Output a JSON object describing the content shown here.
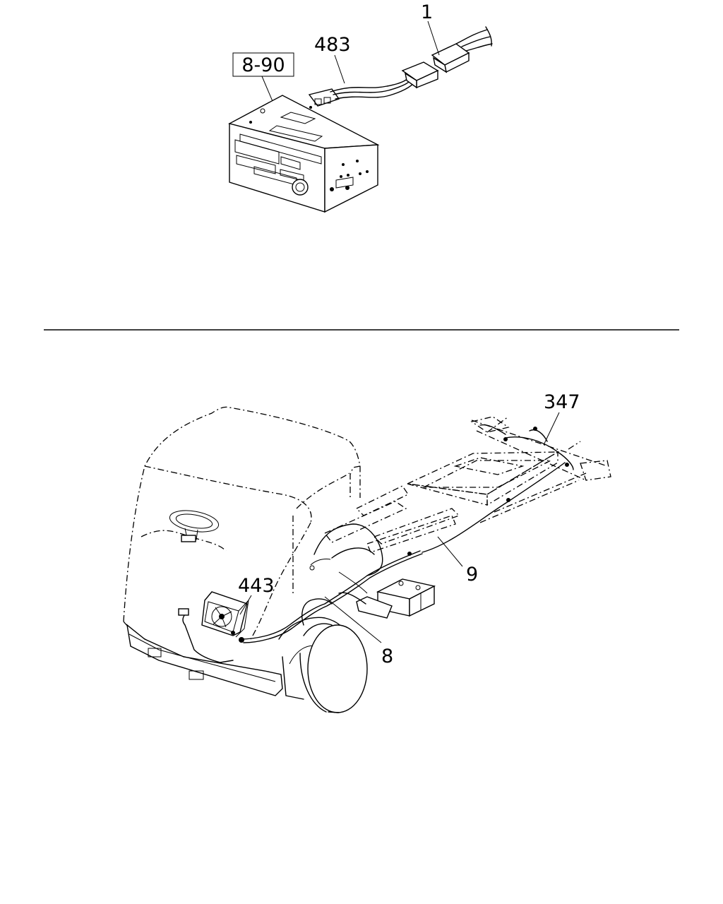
{
  "callouts": {
    "ref_box": "8-90",
    "connector": "1",
    "radio_harness": "483",
    "rear_frame_harness": "347",
    "chassis_harness": "9",
    "fan_harness": "443",
    "front_harness": "8"
  }
}
